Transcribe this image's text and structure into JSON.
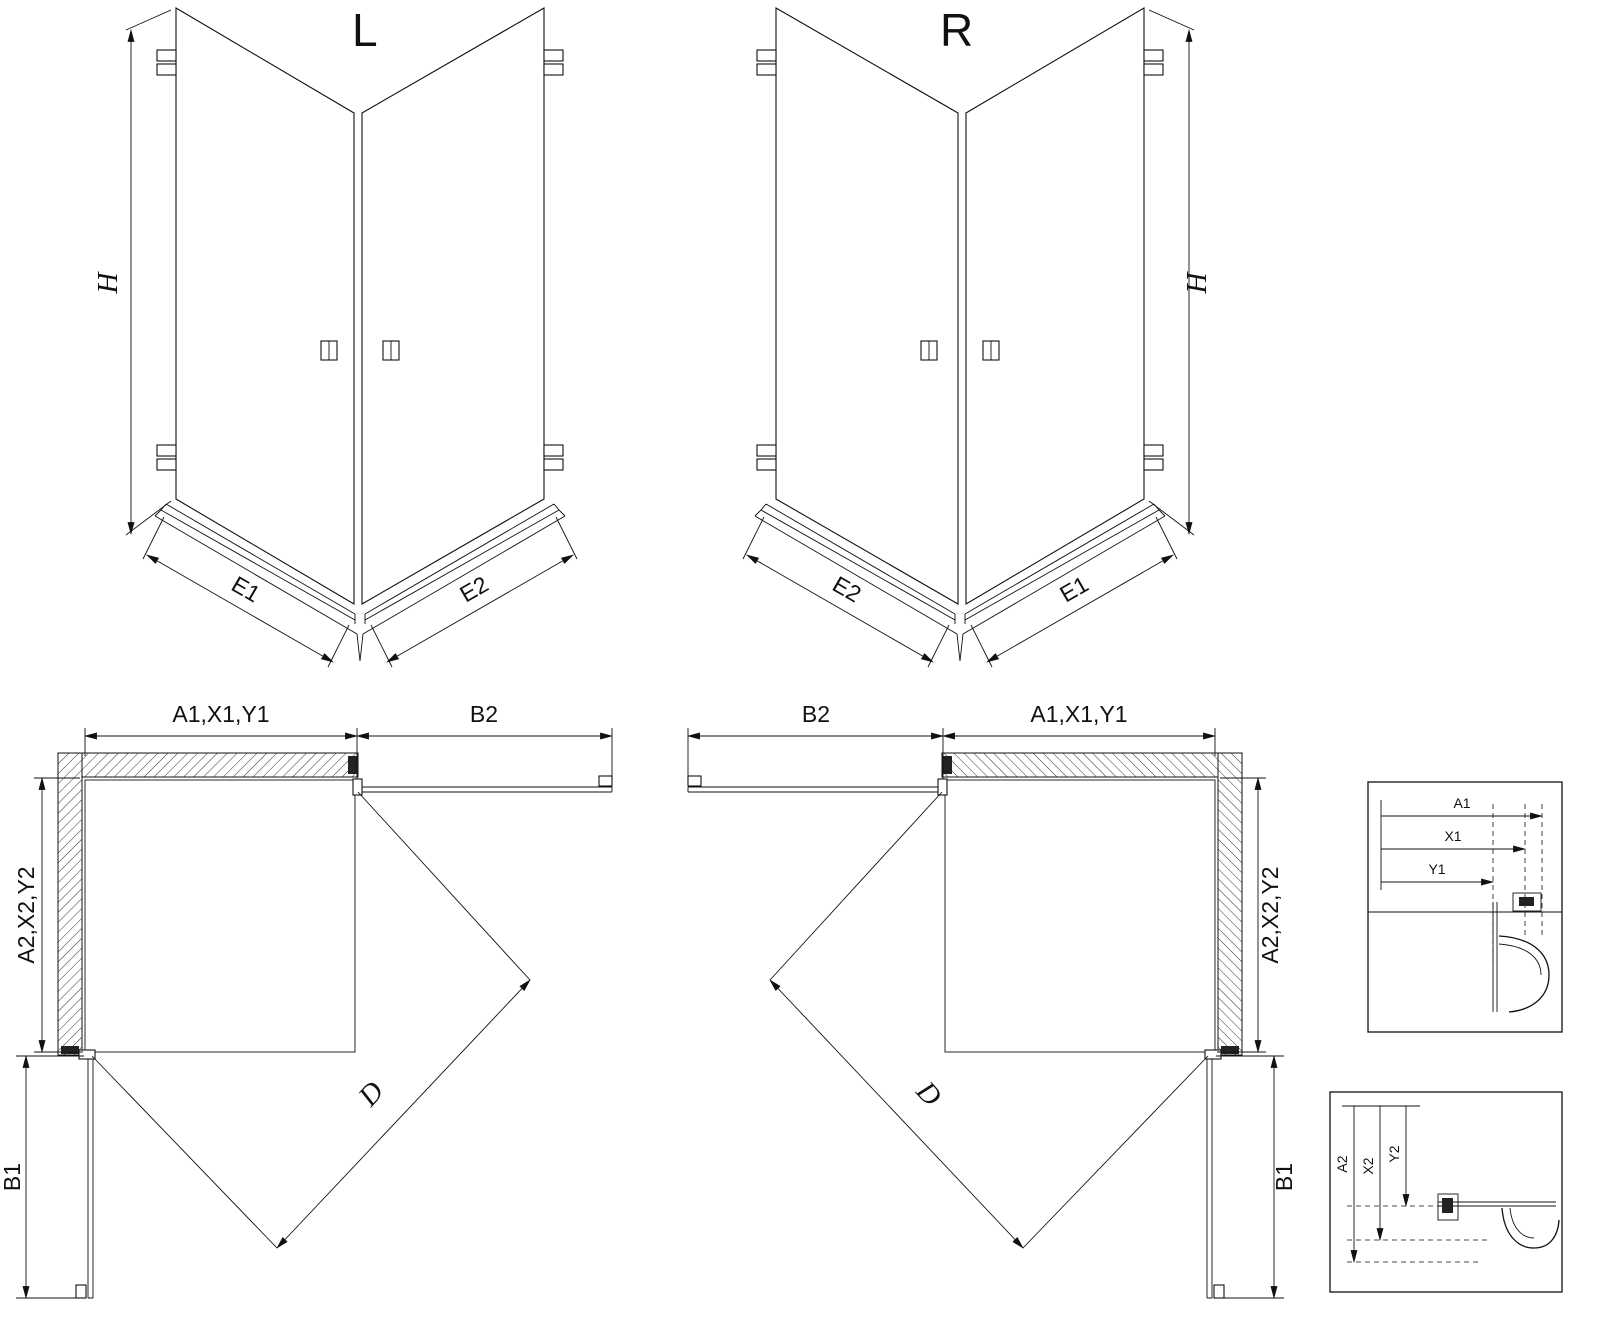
{
  "background": "#ffffff",
  "line_color": "#111111",
  "views": {
    "left3d": {
      "label": "L",
      "h": "H",
      "e1": "E1",
      "e2": "E2"
    },
    "right3d": {
      "label": "R",
      "h": "H",
      "e1": "E1",
      "e2": "E2"
    },
    "leftPlan": {
      "top_a": "A1,X1,Y1",
      "top_b": "B2",
      "side_a": "A2,X2,Y2",
      "side_b": "B1",
      "diag": "D"
    },
    "rightPlan": {
      "top_a": "A1,X1,Y1",
      "top_b": "B2",
      "side_a": "A2,X2,Y2",
      "side_b": "B1",
      "diag": "D"
    }
  },
  "details": {
    "top": {
      "a1": "A1",
      "x1": "X1",
      "y1": "Y1"
    },
    "bottom": {
      "a2": "A2",
      "x2": "X2",
      "y2": "Y2"
    }
  }
}
